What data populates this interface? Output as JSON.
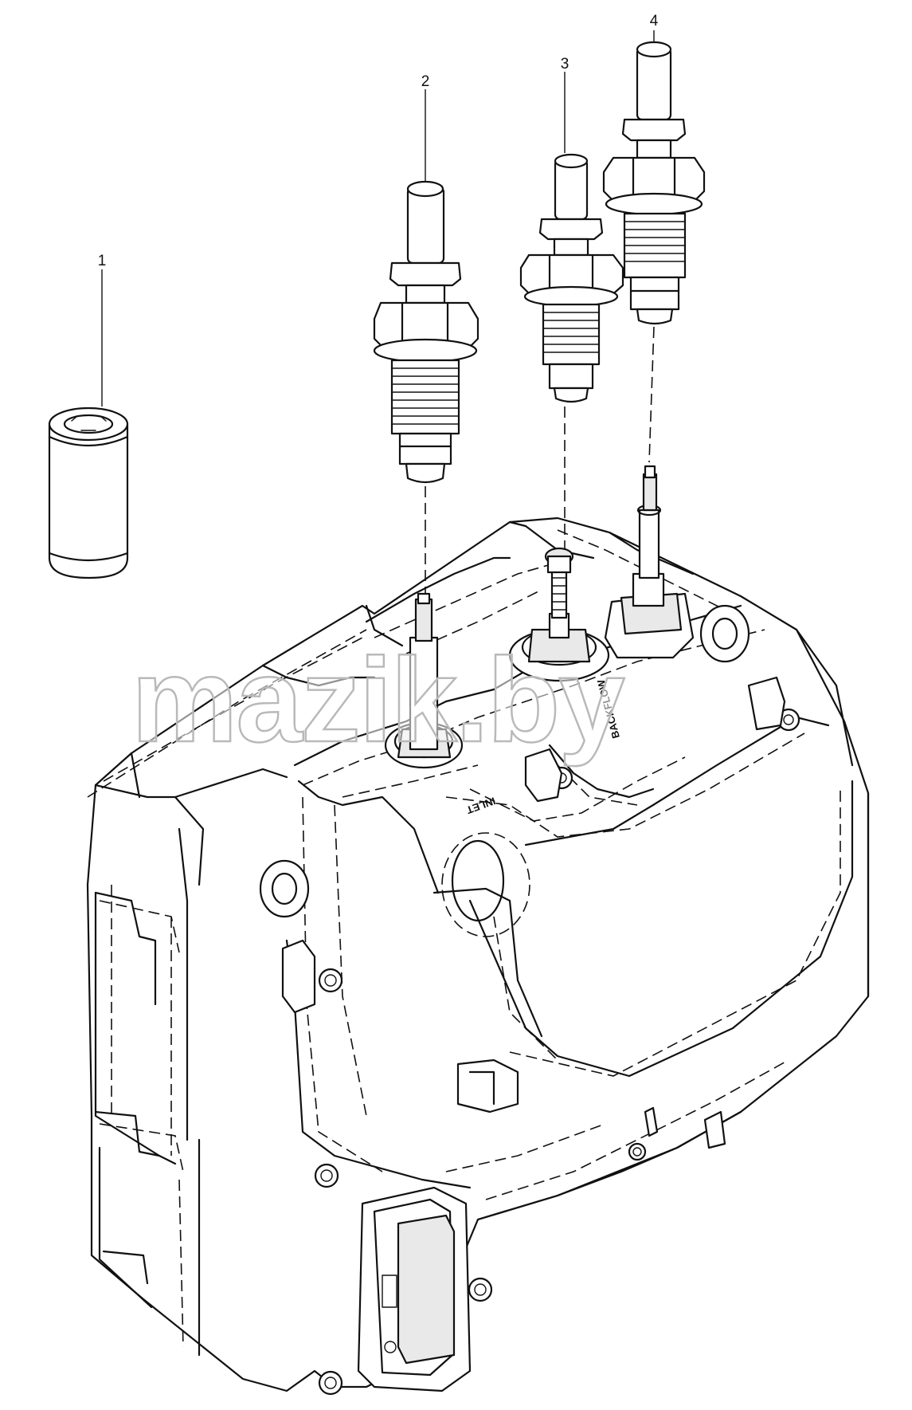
{
  "callouts": {
    "c1": "1",
    "c2": "2",
    "c3": "3",
    "c4": "4"
  },
  "housing_labels": {
    "inlet": "INLET",
    "backflow": "BACKFLOW"
  },
  "watermark": {
    "text": "mazik.by"
  }
}
